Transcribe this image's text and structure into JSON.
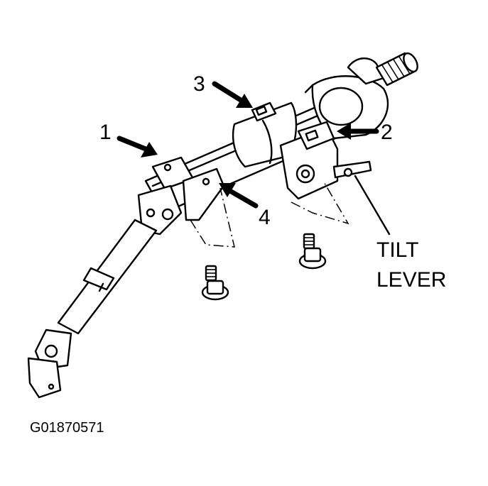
{
  "callouts": {
    "c1": "1",
    "c2": "2",
    "c3": "3",
    "c4": "4"
  },
  "labels": {
    "tilt_line1": "TILT",
    "tilt_line2": "LEVER",
    "figure_code": "G01870571"
  }
}
